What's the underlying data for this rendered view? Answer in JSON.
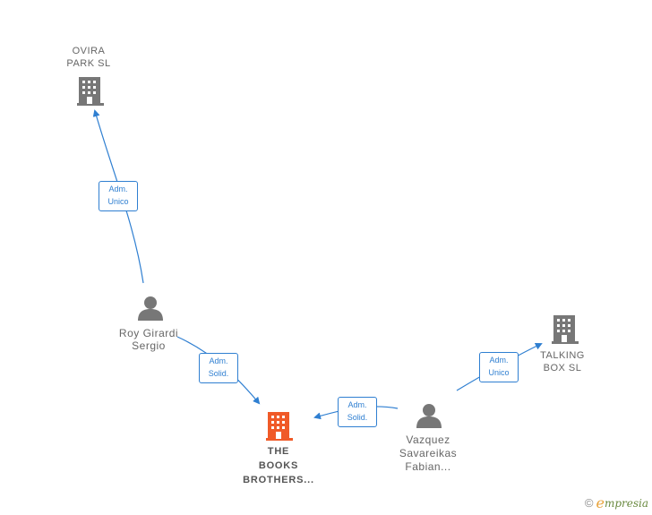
{
  "nodes": {
    "ovira": {
      "lines": [
        "OVIRA",
        "PARK SL"
      ],
      "type": "company"
    },
    "roy": {
      "lines": [
        "Roy Girardi",
        "Sergio"
      ],
      "type": "person"
    },
    "books": {
      "lines": [
        "THE",
        "BOOKS",
        "BROTHERS..."
      ],
      "type": "company-main"
    },
    "vazquez": {
      "lines": [
        "Vazquez",
        "Savareikas",
        "Fabian..."
      ],
      "type": "person"
    },
    "talking": {
      "lines": [
        "TALKING",
        "BOX SL"
      ],
      "type": "company"
    }
  },
  "edges": {
    "roy_ovira": {
      "lines": [
        "Adm.",
        "Unico"
      ]
    },
    "roy_books": {
      "lines": [
        "Adm.",
        "Solid."
      ]
    },
    "vazquez_books": {
      "lines": [
        "Adm.",
        "Solid."
      ]
    },
    "vazquez_talking": {
      "lines": [
        "Adm.",
        "Unico"
      ]
    }
  },
  "brand": {
    "symbol": "©",
    "initial": "e",
    "rest": "mpresia"
  },
  "colors": {
    "edge": "#2f7fd1",
    "company": "#777777",
    "main_company": "#f05a28",
    "person": "#777777"
  }
}
